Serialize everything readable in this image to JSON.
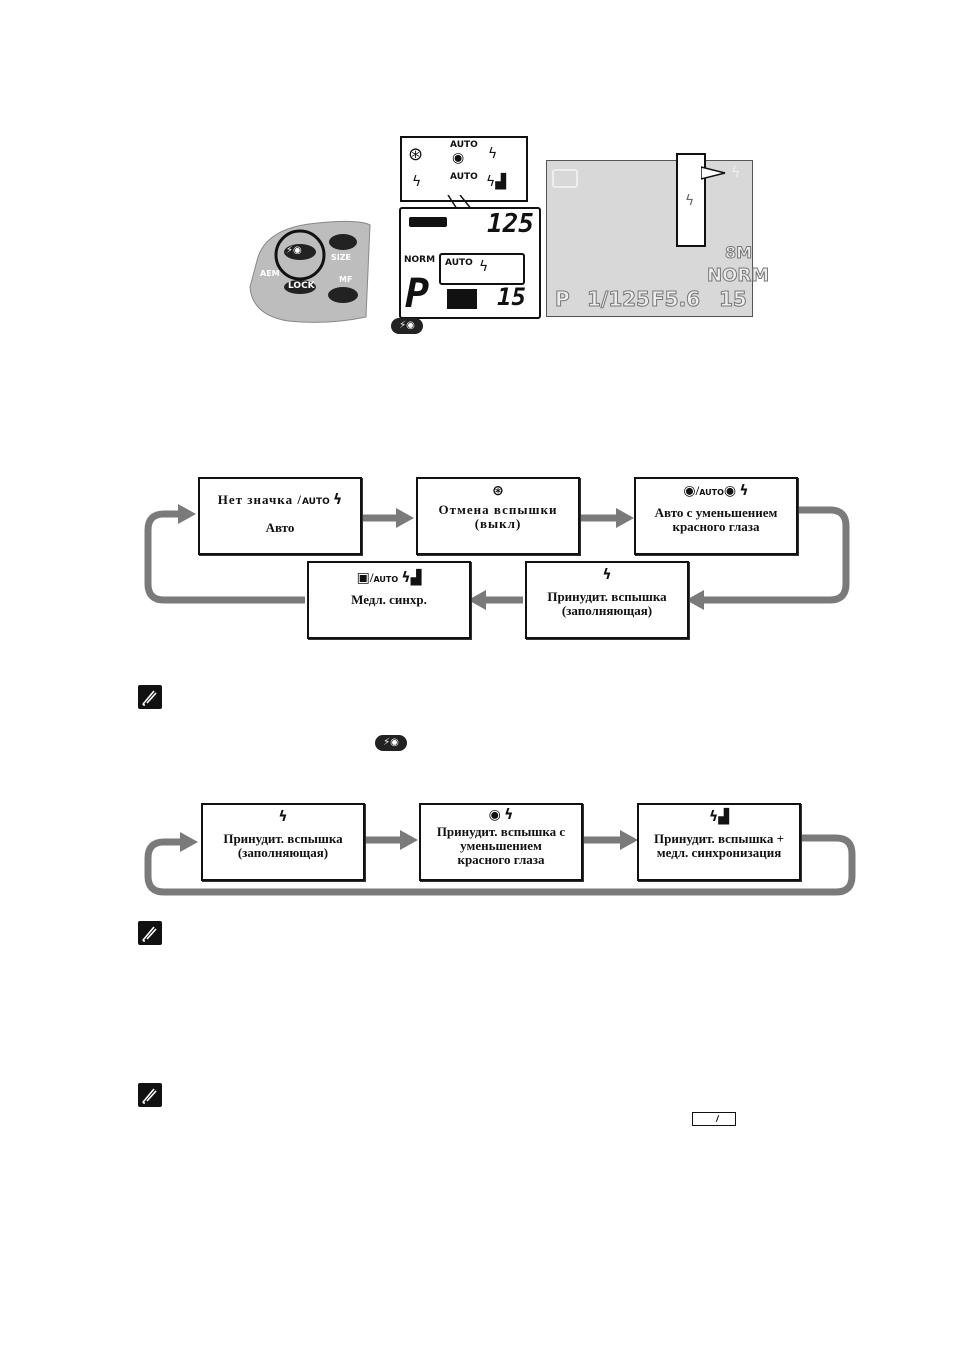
{
  "camera": {
    "select_labels": {
      "auto": "AUTO",
      "norm": "NORM",
      "mode": "P"
    },
    "flash_chip_label": "⚡◉",
    "panel_labels": {
      "auto_1": "AUTO",
      "auto_2": "AUTO"
    },
    "control_pad": {
      "lock_label": "LOCK",
      "size_label": "SIZE",
      "mf_label": "MF",
      "aem_label": "AEM"
    },
    "lcd": {
      "shutter": "125",
      "quality": "NORM",
      "mode": "P",
      "frames": "15",
      "auto_label": "AUTO"
    },
    "monitor": {
      "mode": "P",
      "shutter": "1/125",
      "aperture": "F5.6",
      "frames": "15",
      "size": "8M",
      "quality": "NORM"
    }
  },
  "flow1": {
    "box_auto": {
      "title": "Нет значка /",
      "auto_label": "AUTO",
      "subtitle": "Авто"
    },
    "box_off": {
      "line1": "Отмена вспышки",
      "line2": "(выкл)"
    },
    "box_redeye": {
      "auto_label": "AUTO",
      "line1": "Авто с уменьшением",
      "line2": "красного глаза"
    },
    "box_fill": {
      "line1": "Принудит. вспышка",
      "line2": "(заполняющая)"
    },
    "box_slow": {
      "auto_label": "AUTO",
      "line1": "Медл. синхр."
    }
  },
  "flow2": {
    "box_fill": {
      "line1": "Принудит. вспышка",
      "line2": "(заполняющая)"
    },
    "box_redeye": {
      "line1": "Принудит. вспышка с",
      "line2": "уменьшением",
      "line3": "красного глаза"
    },
    "box_slow": {
      "line1": "Принудит. вспышка +",
      "line2": "медл. синхронизация"
    }
  },
  "flash_button_label": "⚡◉",
  "colors": {
    "arrow": "#7a7a7a",
    "monitor_bg": "#d8d8d8",
    "ink": "#111111"
  }
}
